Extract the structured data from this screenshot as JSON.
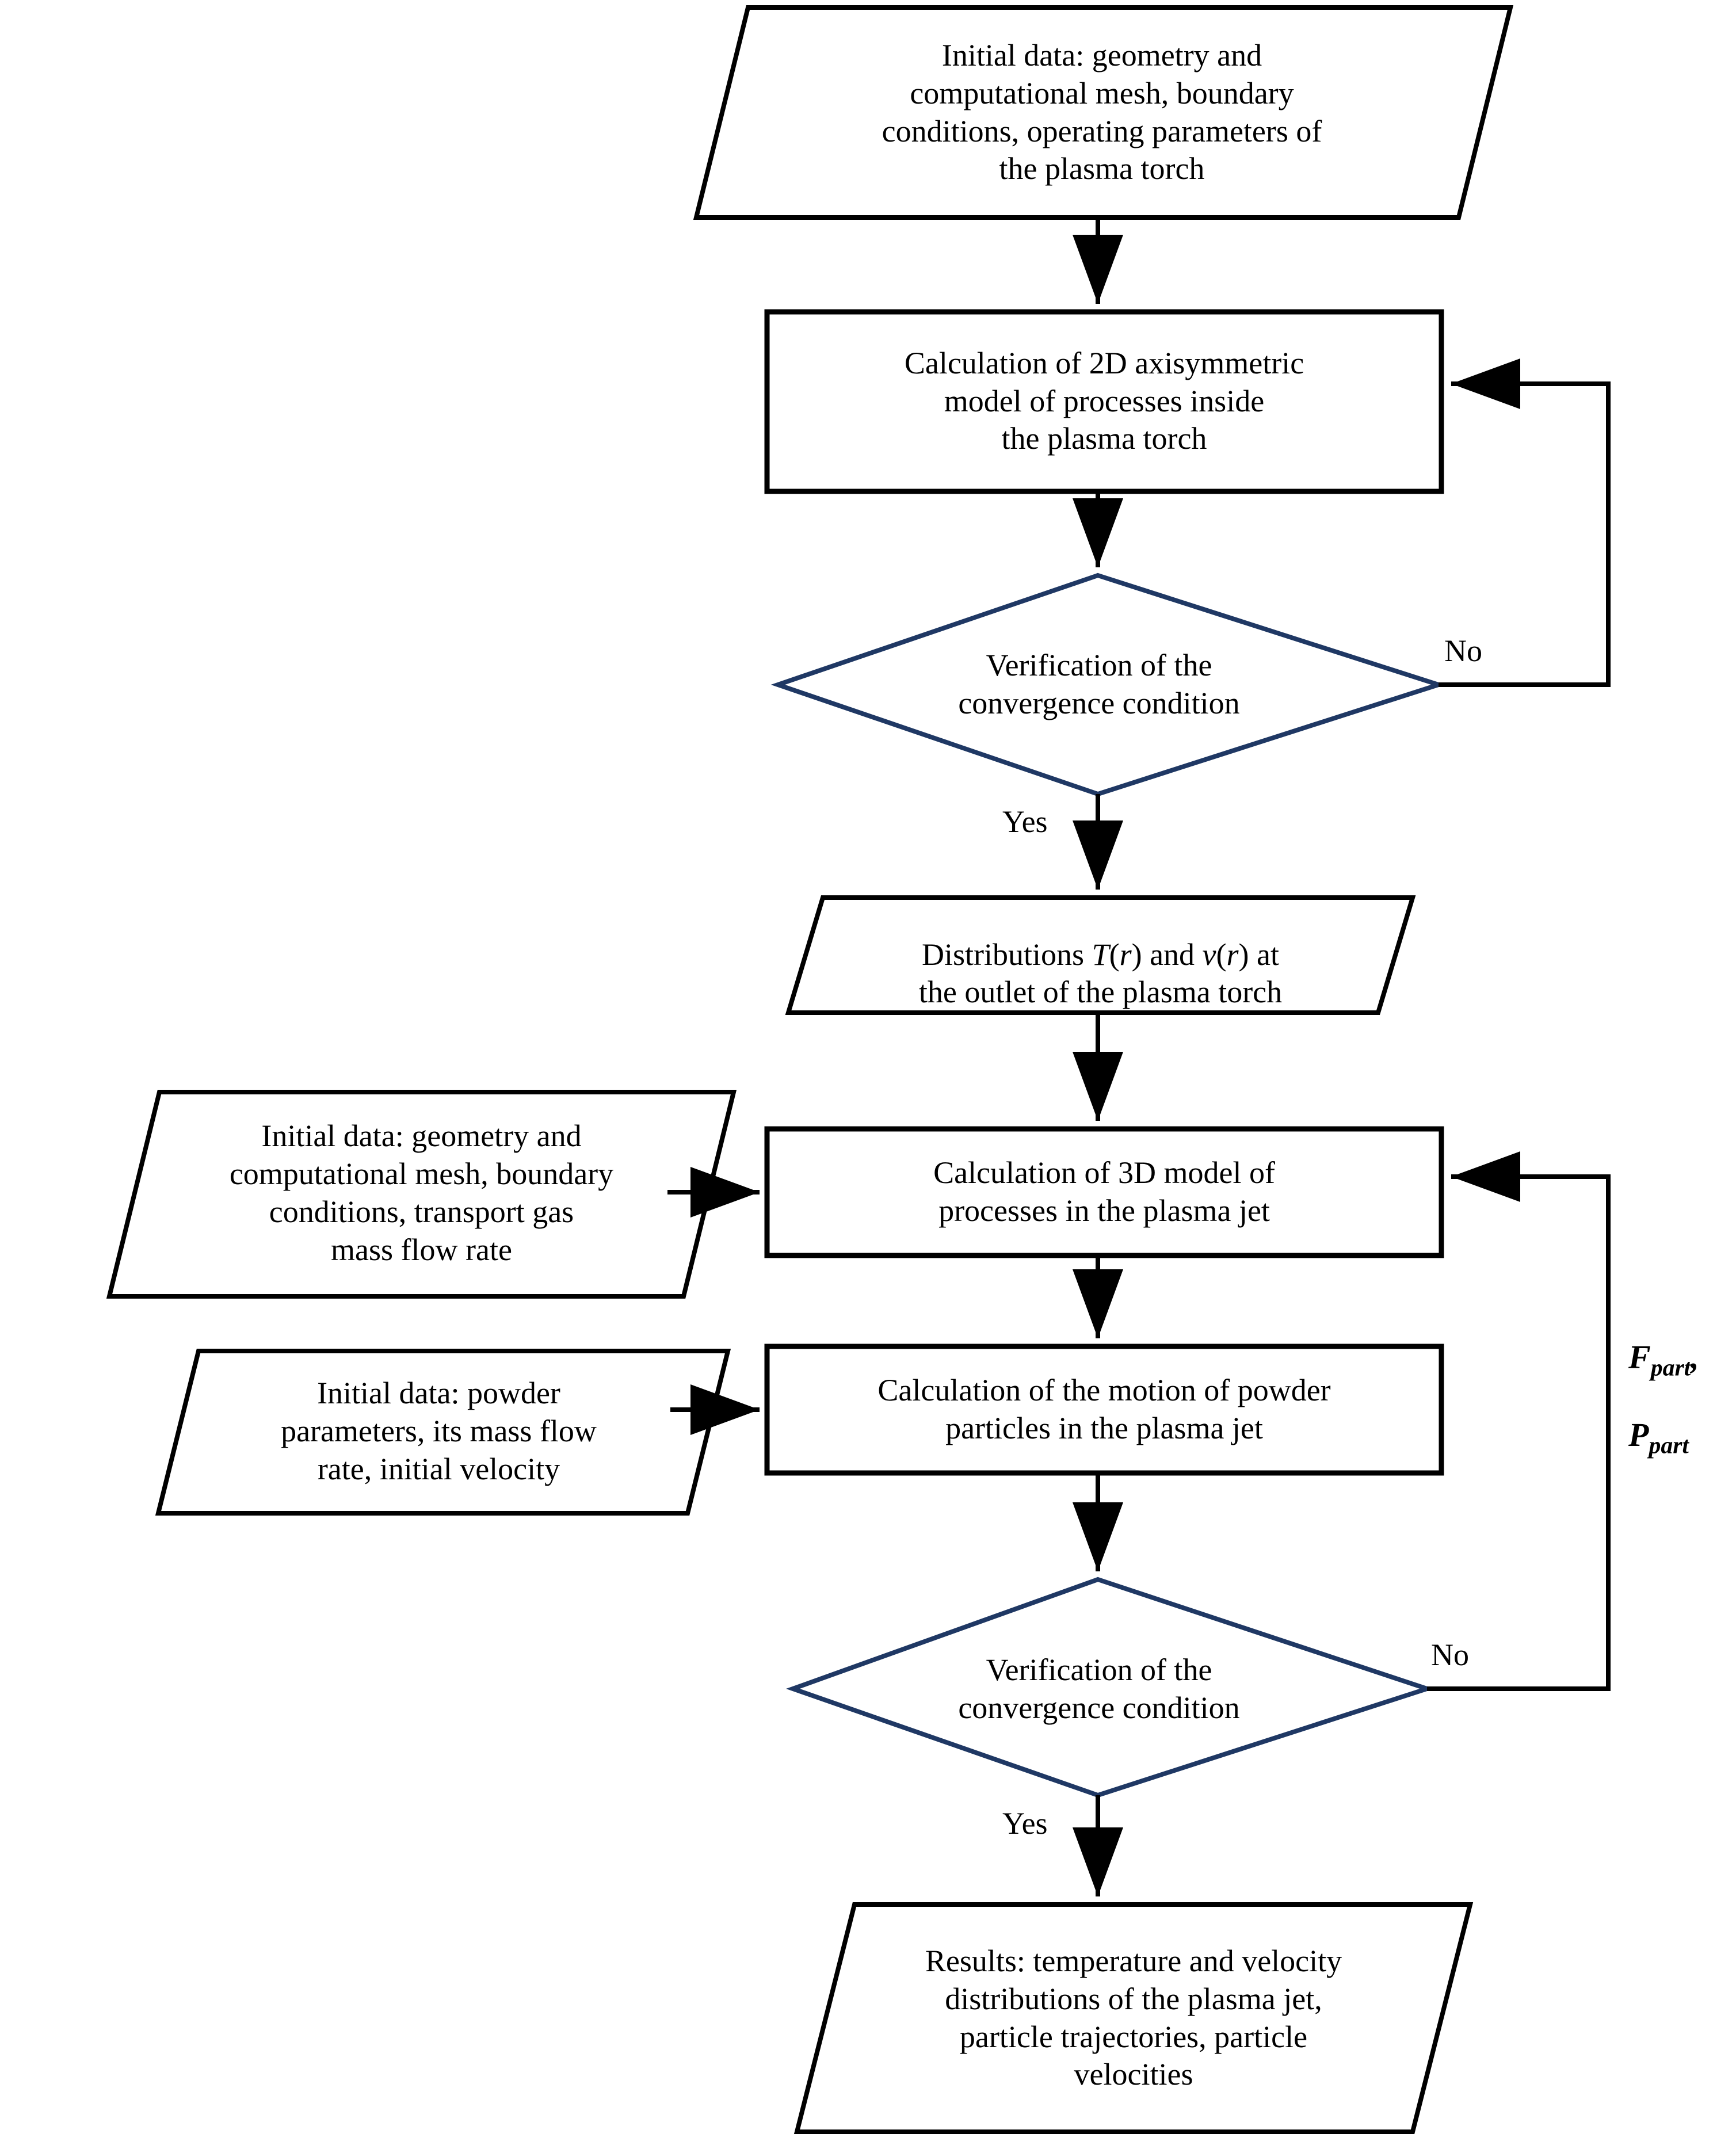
{
  "diagram": {
    "title": "Flowchart of the plasma torch and plasma jet computation procedure",
    "colors": {
      "process_border": "#000000",
      "decision_border": "#1F3864",
      "connector": "#000000",
      "background": "#FFFFFF",
      "text": "#000000"
    },
    "nodes": {
      "initial_data_torch": {
        "shape": "parallelogram",
        "text": "Initial data: geometry and\ncomputational mesh, boundary\nconditions, operating parameters of\nthe plasma torch"
      },
      "calc_2d_model": {
        "shape": "process",
        "text": "Calculation of 2D axisymmetric\nmodel of processes inside\nthe plasma torch"
      },
      "verify_convergence_1": {
        "shape": "decision",
        "text": "Verification of the\nconvergence condition"
      },
      "distributions_outlet": {
        "shape": "parallelogram",
        "text_line1_prefix": "Distributions ",
        "text_line1_sym1": "T",
        "text_line1_mid": "(",
        "text_line1_var1": "r",
        "text_line1_mid2": ") and ",
        "text_line1_sym2": "v",
        "text_line1_mid3": "(",
        "text_line1_var2": "r",
        "text_line1_suffix": ") at",
        "text_line2": "the outlet of the plasma torch",
        "text_plain": "Distributions T(r) and v(r) at the outlet of the plasma torch"
      },
      "initial_data_jet": {
        "shape": "parallelogram",
        "text": "Initial data: geometry and\ncomputational mesh, boundary\nconditions, transport gas\nmass flow rate"
      },
      "calc_3d_model": {
        "shape": "process",
        "text": "Calculation of 3D model of\nprocesses in the plasma jet"
      },
      "initial_data_powder": {
        "shape": "parallelogram",
        "text": "Initial data: powder\nparameters, its mass flow\nrate, initial velocity"
      },
      "calc_particle_motion": {
        "shape": "process",
        "text": "Calculation of the motion of powder\nparticles in the plasma jet"
      },
      "verify_convergence_2": {
        "shape": "decision",
        "text": "Verification of the\nconvergence condition"
      },
      "results": {
        "shape": "parallelogram",
        "text": "Results: temperature and velocity\ndistributions of the plasma jet,\nparticle trajectories, particle\nvelocities"
      }
    },
    "edge_labels": {
      "no_top": "No",
      "yes_top": "Yes",
      "no_bottom": "No",
      "yes_bottom": "Yes",
      "feedback_force": "F",
      "feedback_force_sub": "part",
      "feedback_force_comma": ",",
      "feedback_power": "P",
      "feedback_power_sub": "part"
    }
  }
}
